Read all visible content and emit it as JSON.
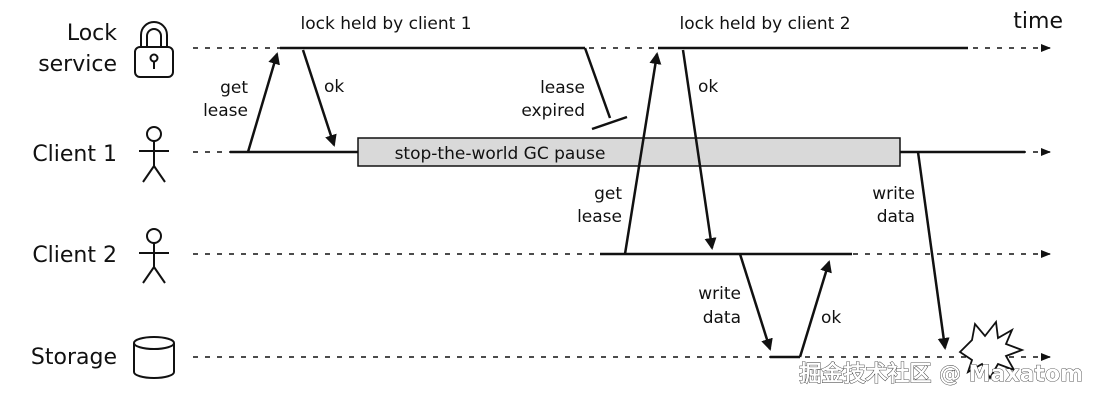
{
  "participants": {
    "lock_service": {
      "line1": "Lock",
      "line2": "service",
      "icon": "padlock-icon"
    },
    "client1": {
      "label": "Client 1",
      "icon": "person-icon"
    },
    "client2": {
      "label": "Client 2",
      "icon": "person-icon"
    },
    "storage": {
      "label": "Storage",
      "icon": "cylinder-icon"
    }
  },
  "time_label": "time",
  "annotations": {
    "lock_held_client1": "lock held by client 1",
    "lock_held_client2": "lock held by client 2",
    "get_lease_1": [
      "get",
      "lease"
    ],
    "ok_1": "ok",
    "lease_expired": [
      "lease",
      "expired"
    ],
    "gc_pause": "stop-the-world GC pause",
    "get_lease_2": [
      "get",
      "lease"
    ],
    "ok_2": "ok",
    "write_data_client2": [
      "write",
      "data"
    ],
    "ok_3": "ok",
    "write_data_client1": [
      "write",
      "data"
    ]
  },
  "watermark": "掘金技术社区 @ Maxatom"
}
